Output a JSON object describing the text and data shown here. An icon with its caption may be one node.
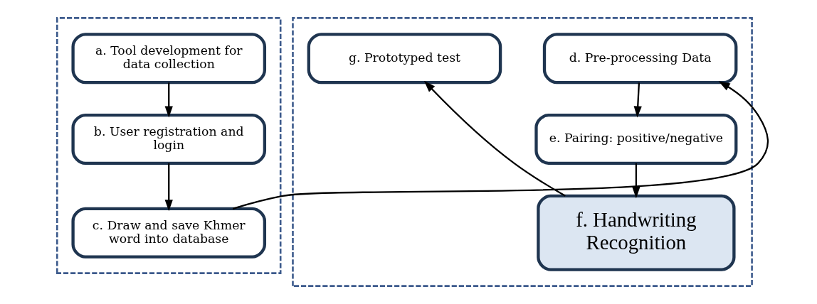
{
  "diagram": {
    "nodes": [
      {
        "text": [],
        "shape": "box"
      },
      {
        "text": [
          "a. Tool development for data collection"
        ],
        "in": 0
      },
      {
        "text": [
          "b. User registration and login"
        ],
        "in": 0
      },
      {
        "text": [
          "c. Draw and save Khmer word into database"
        ],
        "in": 0
      },
      {
        "text": [],
        "shape": "box"
      },
      {
        "text": [
          "d. Pre-processing Data"
        ],
        "in": 4
      },
      {
        "text": [
          "e. Pairing: positive/negative"
        ],
        "in": 4
      },
      {
        "text": [
          "f. Handwriting Recognition"
        ],
        "in": 4
      },
      {
        "text": [
          "g. Prototyped test"
        ],
        "in": 4
      }
    ],
    "edges": [
      {
        "from": 1,
        "to": 2,
        "arrow": "to"
      },
      {
        "from": 2,
        "to": 3,
        "arrow": "to"
      },
      {
        "from": 3,
        "to": 5,
        "arrow": "to"
      },
      {
        "from": 5,
        "to": 6,
        "arrow": "to"
      },
      {
        "from": 6,
        "to": 7,
        "arrow": "to"
      },
      {
        "from": 7,
        "to": 8,
        "arrow": "to"
      }
    ]
  }
}
